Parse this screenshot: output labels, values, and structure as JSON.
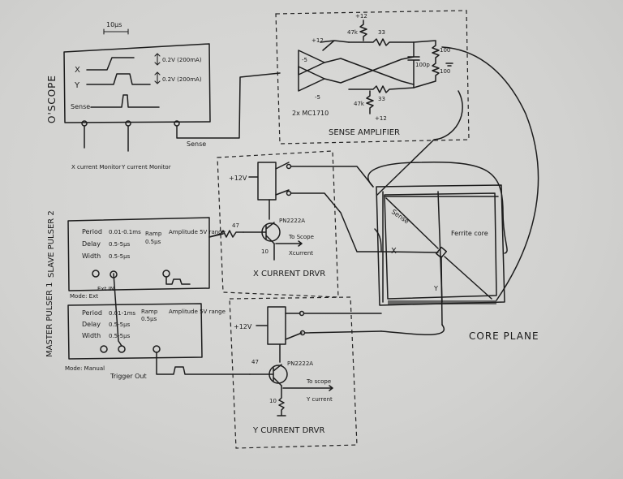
{
  "oscope": {
    "title": "O'SCOPE",
    "timebase": "10μs",
    "ch_x": "X",
    "ch_y": "Y",
    "ch_sense": "Sense",
    "x_scale": "0.2V (200mA)",
    "y_scale": "0.2V (200mA)",
    "probe_x": "X current Monitor",
    "probe_y": "Y current Monitor",
    "probe_sense": "Sense"
  },
  "sense_amp": {
    "title": "SENSE AMPLIFIER",
    "chip": "2x MC1710",
    "v_pos_top": "+12",
    "v_pos_bot": "+12",
    "v_neg_top": "-5",
    "v_neg_bot": "-5",
    "r_47k_top": "47k",
    "r_47k_bot": "47k",
    "r_33_top": "33",
    "r_33_bot": "33",
    "cap": "100p",
    "r_100_a": "100",
    "r_100_b": "100"
  },
  "x_driver": {
    "title": "X CURRENT DRVR",
    "supply": "+12V",
    "transistor": "PN2222A",
    "r_base": "47",
    "r_emit": "10",
    "to_scope": "To Scope",
    "current": "Xcurrent"
  },
  "y_driver": {
    "title": "Y CURRENT DRVR",
    "supply": "+12V",
    "transistor": "PN2222A",
    "r_base": "47",
    "r_emit": "10",
    "to_scope": "To scope",
    "current": "Y current"
  },
  "slave": {
    "title": "SLAVE PULSER 2",
    "period": "Period",
    "period_val": "0.01-0.1ms",
    "delay": "Delay",
    "delay_val": "0.5-5μs",
    "width": "Width",
    "width_val": "0.5-5μs",
    "ramp": "Ramp",
    "ramp_val": "0.5μs",
    "amplitude": "Amplitude 5V range",
    "mode": "Mode: Ext",
    "ext_in": "Ext IN"
  },
  "master": {
    "title": "MASTER PULSER 1",
    "period": "Period",
    "period_val": "0.01-1ms",
    "delay": "Delay",
    "delay_val": "0.5-5μs",
    "width": "Width",
    "width_val": "0.5-5μs",
    "ramp": "Ramp",
    "ramp_val": "0.5μs",
    "amplitude": "Amplitude 5V range",
    "mode": "Mode: Manual",
    "trig": "Trigger Out"
  },
  "core_plane": {
    "title": "CORE PLANE",
    "ferrite": "Ferrite core",
    "sense": "Sense",
    "x": "X",
    "y": "Y"
  }
}
